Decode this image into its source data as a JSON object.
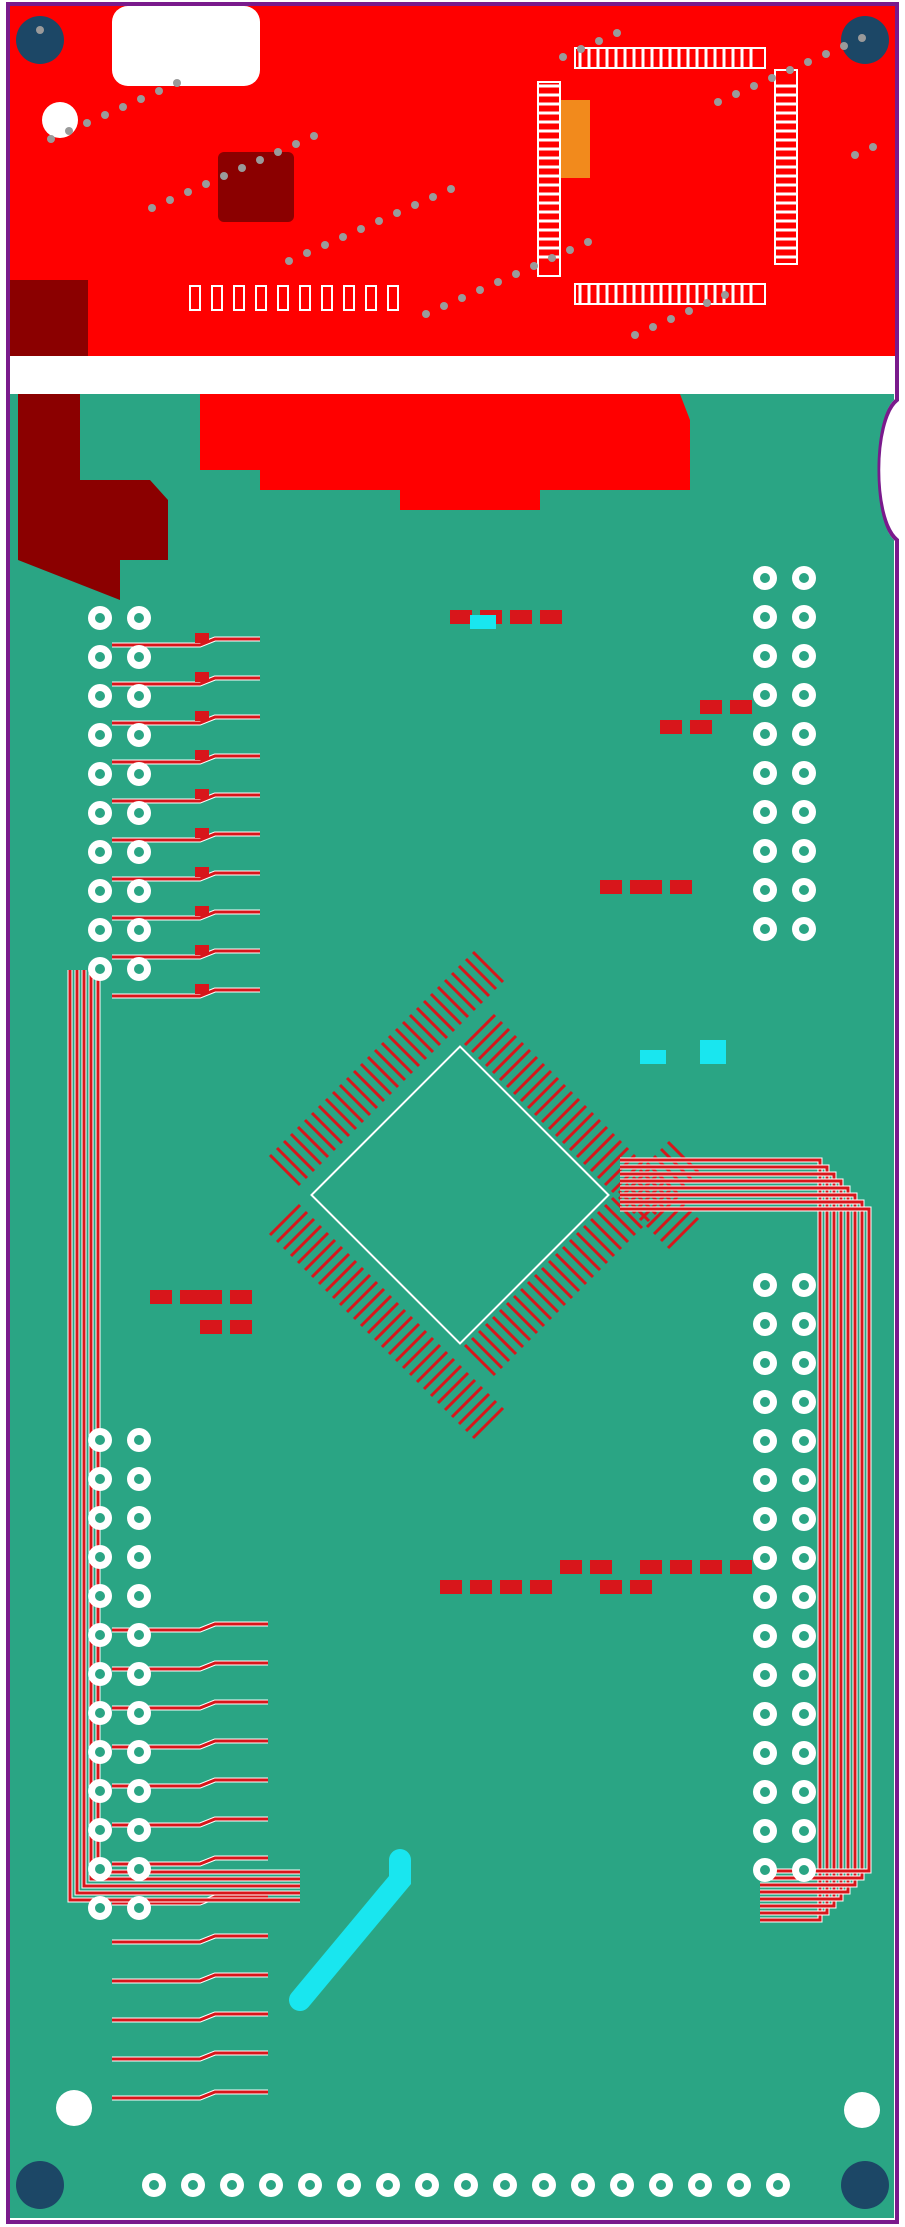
{
  "colors": {
    "board_outline": "#7a1a8c",
    "top_copper": "#ff0000",
    "dark_copper": "#8b0000",
    "bottom_copper": "#2aa584",
    "trace": "#d8161b",
    "trace_outline": "#ffffff",
    "pad_white": "#ffffff",
    "pad_cyan": "#19e6ef",
    "pad_orange": "#f28a1c",
    "mount_hole": "#1c4766",
    "via": "#9a9a9a",
    "gap": "#ffffff"
  },
  "panels": [
    {
      "id": "top-copper-panel",
      "layer": "top"
    },
    {
      "id": "bottom-copper-panel",
      "layer": "bottom"
    }
  ]
}
